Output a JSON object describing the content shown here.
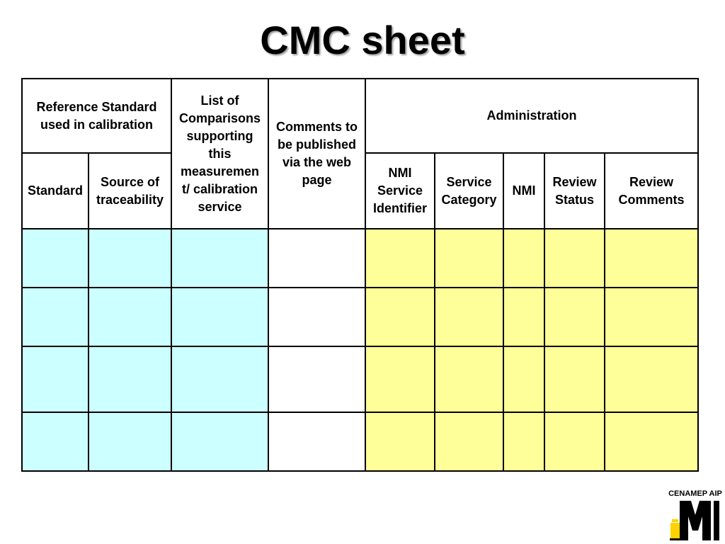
{
  "title": "CMC sheet",
  "table": {
    "group_headers": {
      "reference_standard": "Reference Standard used in calibration",
      "list_of_comparisons": "List of Comparisons supporting this measuremen t/ calibration service",
      "comments": "Comments to be published via the web page",
      "administration": "Administration"
    },
    "sub_headers": {
      "standard": "Standard",
      "source_of_traceability": "Source of traceability",
      "nmi_service_identifier": "NMI Service Identifier",
      "service_category": "Service Category",
      "nmi": "NMI",
      "review_status": "Review Status",
      "review_comments": "Review Comments"
    },
    "rows": [
      [
        "",
        "",
        "",
        "",
        "",
        "",
        "",
        "",
        ""
      ],
      [
        "",
        "",
        "",
        "",
        "",
        "",
        "",
        "",
        ""
      ],
      [
        "",
        "",
        "",
        "",
        "",
        "",
        "",
        "",
        ""
      ],
      [
        "",
        "",
        "",
        "",
        "",
        "",
        "",
        "",
        ""
      ]
    ],
    "colors": {
      "reference_fill": "#ccffff",
      "comments_fill": "#ffffff",
      "administration_fill": "#ffff99"
    }
  },
  "logo": {
    "text": "CENAMEP AIP",
    "letter": "M",
    "accent": "#ffd200"
  }
}
